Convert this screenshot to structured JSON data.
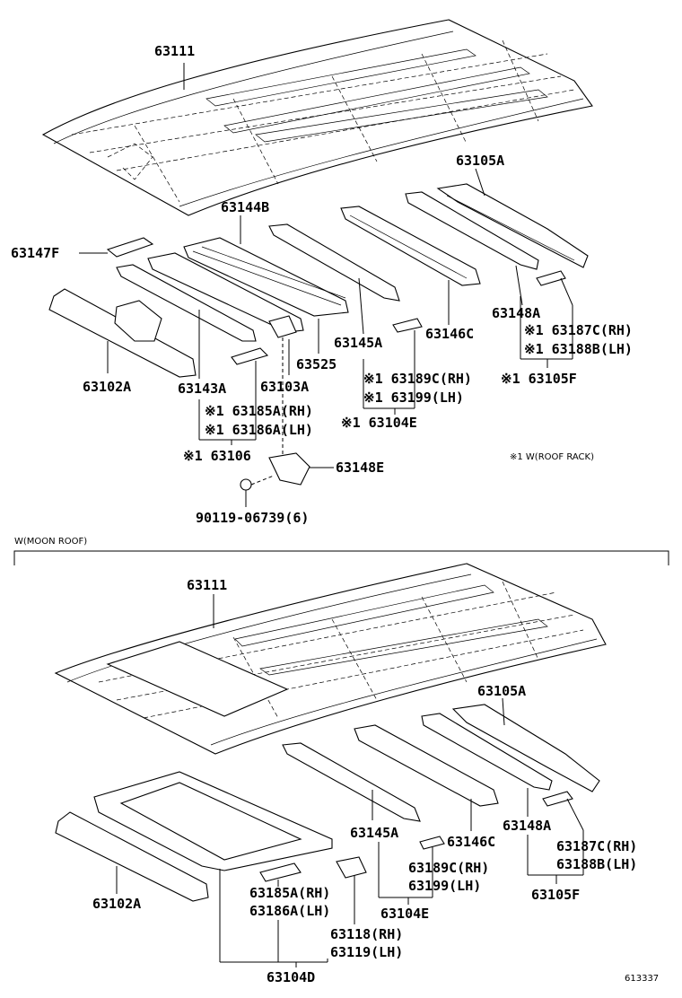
{
  "top": {
    "roof": "63111",
    "rear_header": "63105A",
    "rail_b": "63144B",
    "bracket_f": "63147F",
    "front_header": "63102A",
    "bow_143": "63143A",
    "bow_525": "63525",
    "rail_145": "63145A",
    "rail_146": "63146C",
    "rail_148": "63148A",
    "reinf_103": "63103A",
    "bracket_187c": "※1 63187C(RH)",
    "bracket_188b": "※1 63188B(LH)",
    "sub_105f": "※1 63105F",
    "bracket_189c": "※1 63189C(RH)",
    "bracket_199": "※1 63199(LH)",
    "sub_104e": "※1 63104E",
    "bracket_185a": "※1 63185A(RH)",
    "bracket_186a": "※1 63186A(LH)",
    "sub_106": "※1 63106",
    "bracket_148e": "63148E",
    "bolt": "90119-06739(6)",
    "note": "※1 W(ROOF RACK)"
  },
  "bottom": {
    "section_label": "W(MOON ROOF)",
    "roof": "63111",
    "rear_header": "63105A",
    "rail_145": "63145A",
    "rail_146": "63146C",
    "rail_148": "63148A",
    "bracket_187c": "63187C(RH)",
    "bracket_188b": "63188B(LH)",
    "sub_105f": "63105F",
    "bracket_189c": "63189C(RH)",
    "bracket_199": "63199(LH)",
    "sub_104e": "63104E",
    "front_header": "63102A",
    "bracket_185a": "63185A(RH)",
    "bracket_186a": "63186A(LH)",
    "bracket_118": "63118(RH)",
    "bracket_119": "63119(LH)",
    "sub_104d": "63104D"
  },
  "figure_id": "613337"
}
